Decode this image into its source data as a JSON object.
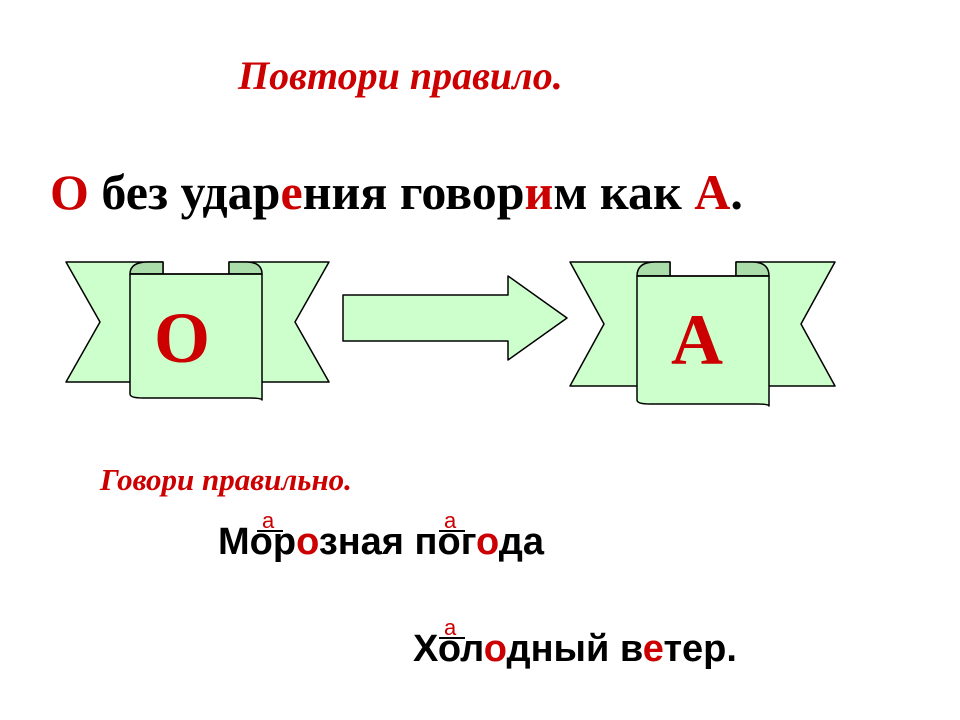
{
  "colors": {
    "accent": "#cc0000",
    "text": "#000000",
    "banner_fill": "#ccffcc",
    "outline": "#000000"
  },
  "title": "Повтори правило.",
  "rule": {
    "parts": [
      "О",
      " без удар",
      "е",
      "ния говор",
      "и",
      "м как ",
      "А",
      "."
    ]
  },
  "diagram": {
    "left_letter": "О",
    "right_letter": "А",
    "arrow_icon": "right-arrow-icon"
  },
  "hint": "Говори правильно.",
  "example1": {
    "parts": [
      "М",
      "о",
      "р",
      "о",
      "зная  ",
      "п",
      "о",
      "г",
      "о",
      "да"
    ],
    "marks": [
      "а",
      "а"
    ]
  },
  "example2": {
    "parts": [
      "Х",
      "о",
      "л",
      "о",
      "дный  в",
      "е",
      "тер."
    ],
    "marks": [
      "а"
    ]
  }
}
